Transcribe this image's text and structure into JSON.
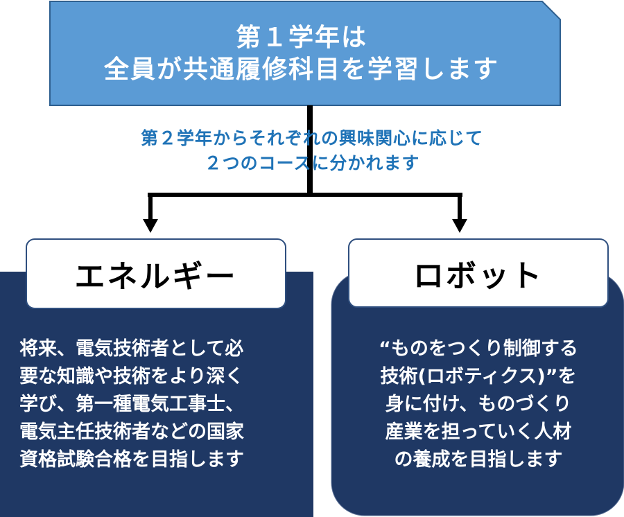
{
  "top_box": {
    "line1": "第１学年は",
    "line2": "全員が共通履修科目を学習します",
    "fill": "#5b9bd5"
  },
  "subtitle": {
    "line1": "第２学年からそれぞれの興味関心に応じて",
    "line2": "２つのコースに分かれます",
    "color": "#1f73b7"
  },
  "courses": [
    {
      "label": "エネルギー",
      "description": [
        "将来、電気技術者として必",
        "要な知識や技術をより深く",
        "学び、第一種電気工事士、",
        "電気主任技術者などの国家",
        "資格試験合格を目指します"
      ]
    },
    {
      "label": "ロボット",
      "description": [
        "“ものをつくり制御する",
        "技術(ロボティクス)”を",
        "身に付け、ものづくり",
        "産業を担っていく人材",
        "の養成を目指します"
      ]
    }
  ],
  "colors": {
    "panel_fill": "#1f3864",
    "connector": "#000000",
    "label_border": "#2f4f7f"
  }
}
